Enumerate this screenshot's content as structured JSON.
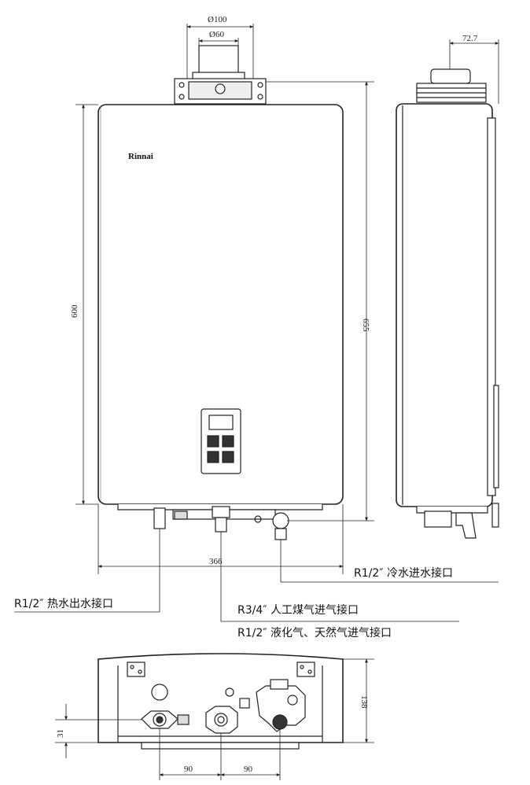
{
  "brand": {
    "logo": "Rinnai"
  },
  "dimensions": {
    "flue_outer": "Ø100",
    "flue_inner": "Ø60",
    "side_flue_offset": "72.7",
    "body_height": "600",
    "total_height": "655",
    "width": "366",
    "bottom_depth": "138",
    "bottom_offset": "31",
    "pitch_left": "90",
    "pitch_right": "90"
  },
  "callouts": {
    "cold_water": "R1/2″ 冷水进水接口",
    "hot_water": "R1/2″ 热水出水接口",
    "town_gas": "R3/4″ 人工煤气进气接口",
    "lpg_ng": "R1/2″ 液化气、天然气进气接口"
  },
  "colors": {
    "line": "#222222",
    "fill": "#ffffff",
    "shade": "#dcdcdc"
  }
}
